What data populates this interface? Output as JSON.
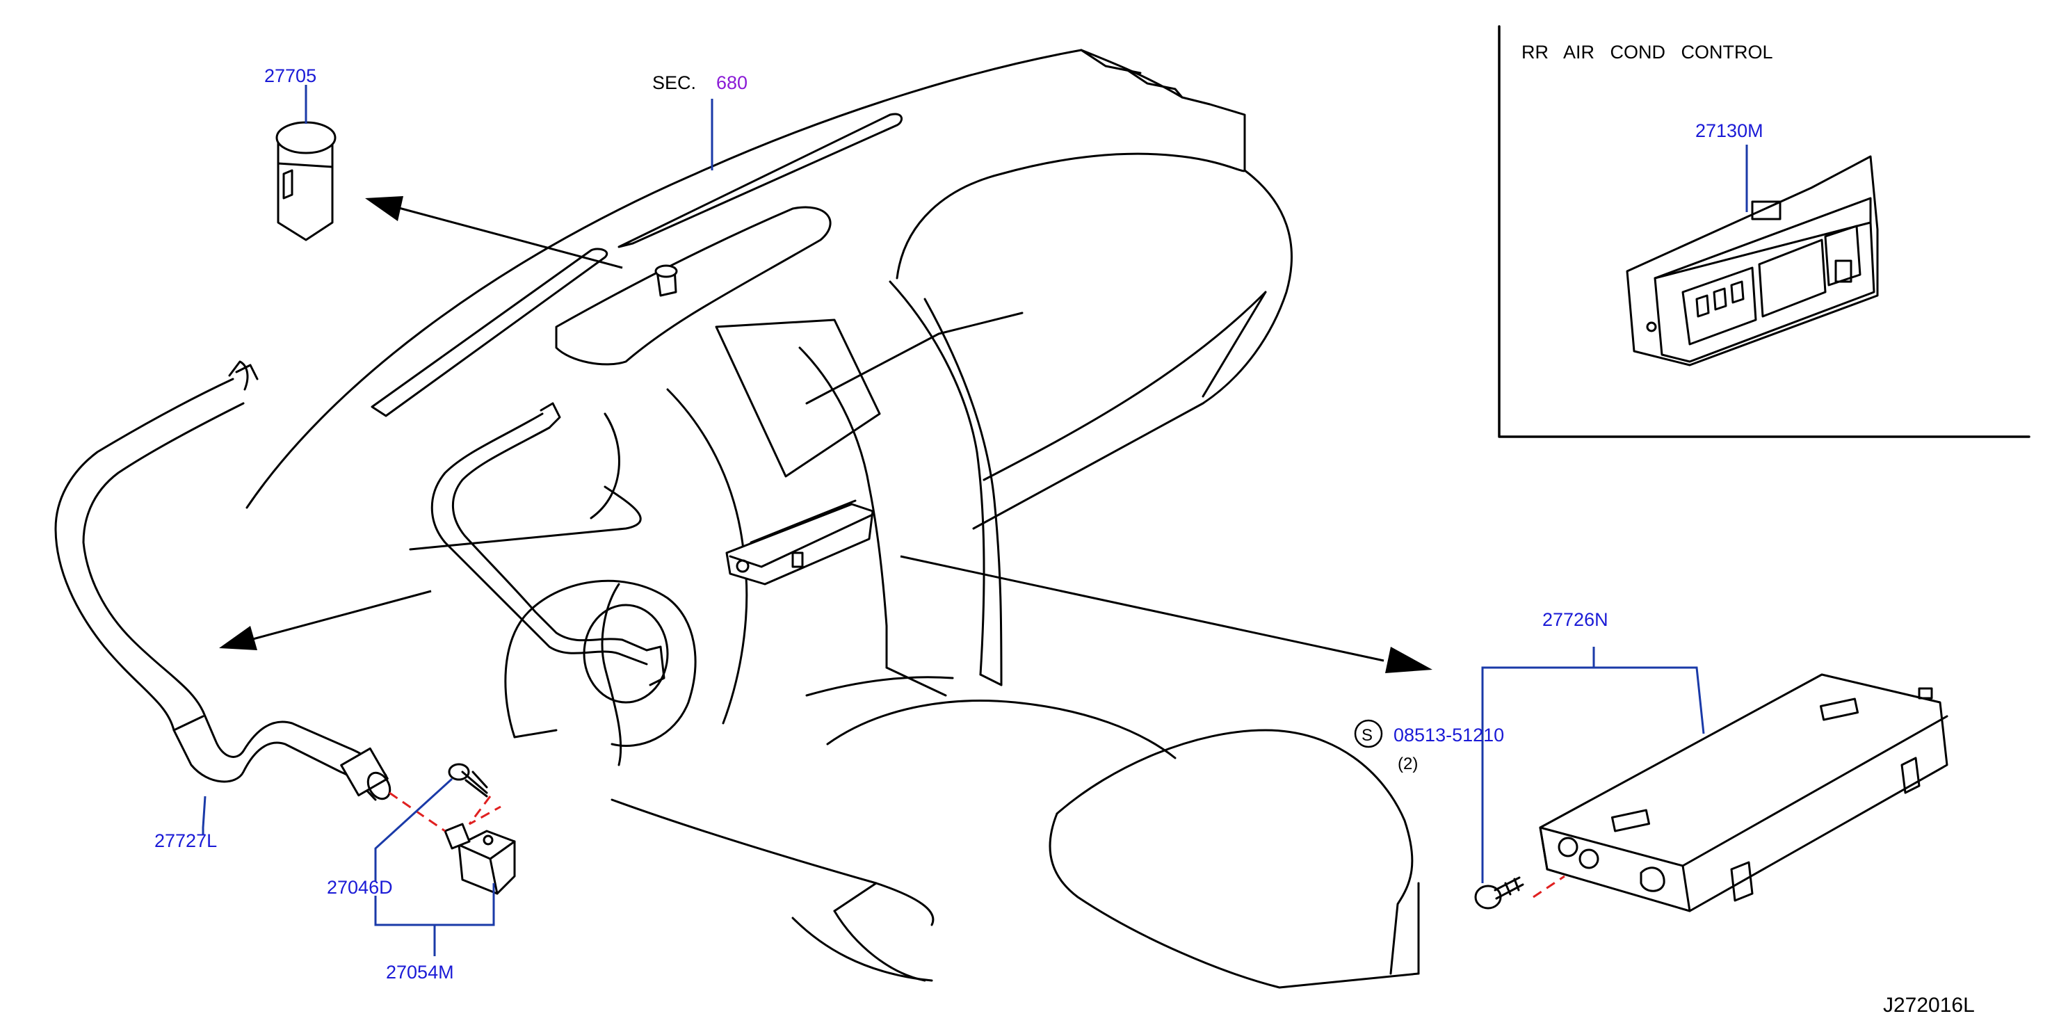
{
  "figure_code": "J272016L",
  "section_ref": {
    "prefix": "SEC.",
    "number": "680"
  },
  "inset": {
    "title": "RR   AIR   COND   CONTROL"
  },
  "parts": {
    "p27705": "27705",
    "p27130M": "27130M",
    "p27726N": "27726N",
    "p27727L": "27727L",
    "p27046D": "27046D",
    "p27054M": "27054M"
  },
  "screw": {
    "symbol": "S",
    "number": "08513-51210",
    "qty": "(2)"
  },
  "colors": {
    "part_label": "#1a1ad6",
    "section_number": "#8a1ad6",
    "leader": "#1a3aa8",
    "dash": "#e02020"
  }
}
